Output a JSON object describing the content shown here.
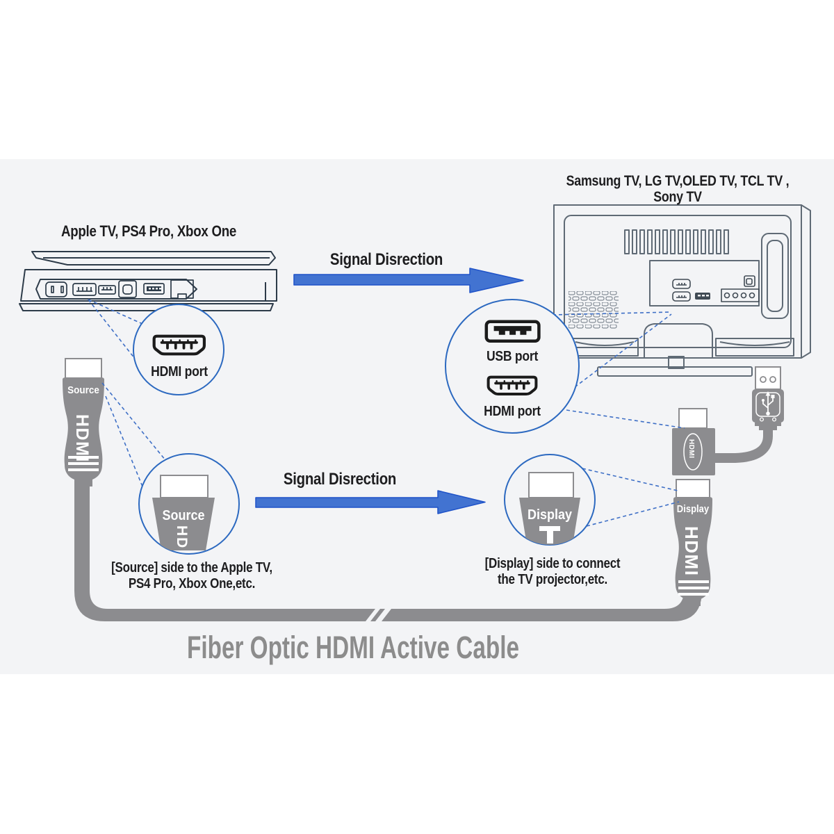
{
  "page": {
    "title": "Fiber Optic HDMI Active Cable"
  },
  "devices": {
    "console": {
      "label": "Apple TV, PS4 Pro, Xbox One"
    },
    "tv": {
      "label_line1": "Samsung TV, LG TV,OLED TV, TCL TV ,",
      "label_line2": "Sony TV"
    }
  },
  "arrows": {
    "top_label": "Signal Disrection",
    "middle_label": "Signal Disrection"
  },
  "callouts": {
    "console_hdmi": {
      "caption": "HDMI port"
    },
    "tv_ports": {
      "usb_caption": "USB port",
      "hdmi_caption": "HDMI port"
    },
    "source_zoom": {
      "label": "Source",
      "brand_partial": "HD"
    },
    "display_zoom": {
      "label": "Display"
    }
  },
  "cable": {
    "source_connector": {
      "label": "Source",
      "brand": "HDMI"
    },
    "display_connector": {
      "label": "Display",
      "brand": "HDMI"
    },
    "adapter": {
      "brand": "HDMI"
    },
    "source_caption_line1": "[Source] side to the Apple TV,",
    "source_caption_line2": "PS4 Pro, Xbox One,etc.",
    "display_caption_line1": "[Display] side to connect",
    "display_caption_line2": "the TV projector,etc."
  },
  "colors": {
    "background_band": "#f3f4f6",
    "arrow_blue": "#4273d1",
    "arrow_outline": "#1e52c8",
    "callout_circle_blue": "#2c69c0",
    "dashed_line_blue": "#3e6fc6",
    "connector_gray": "#8c8c8f",
    "console_outline": "#2d3b49",
    "tv_outline": "#5f6a75",
    "port_icon_black": "#1b1b1b",
    "title_gray": "#8c8c8c",
    "text_dark": "#1d1d1f"
  }
}
